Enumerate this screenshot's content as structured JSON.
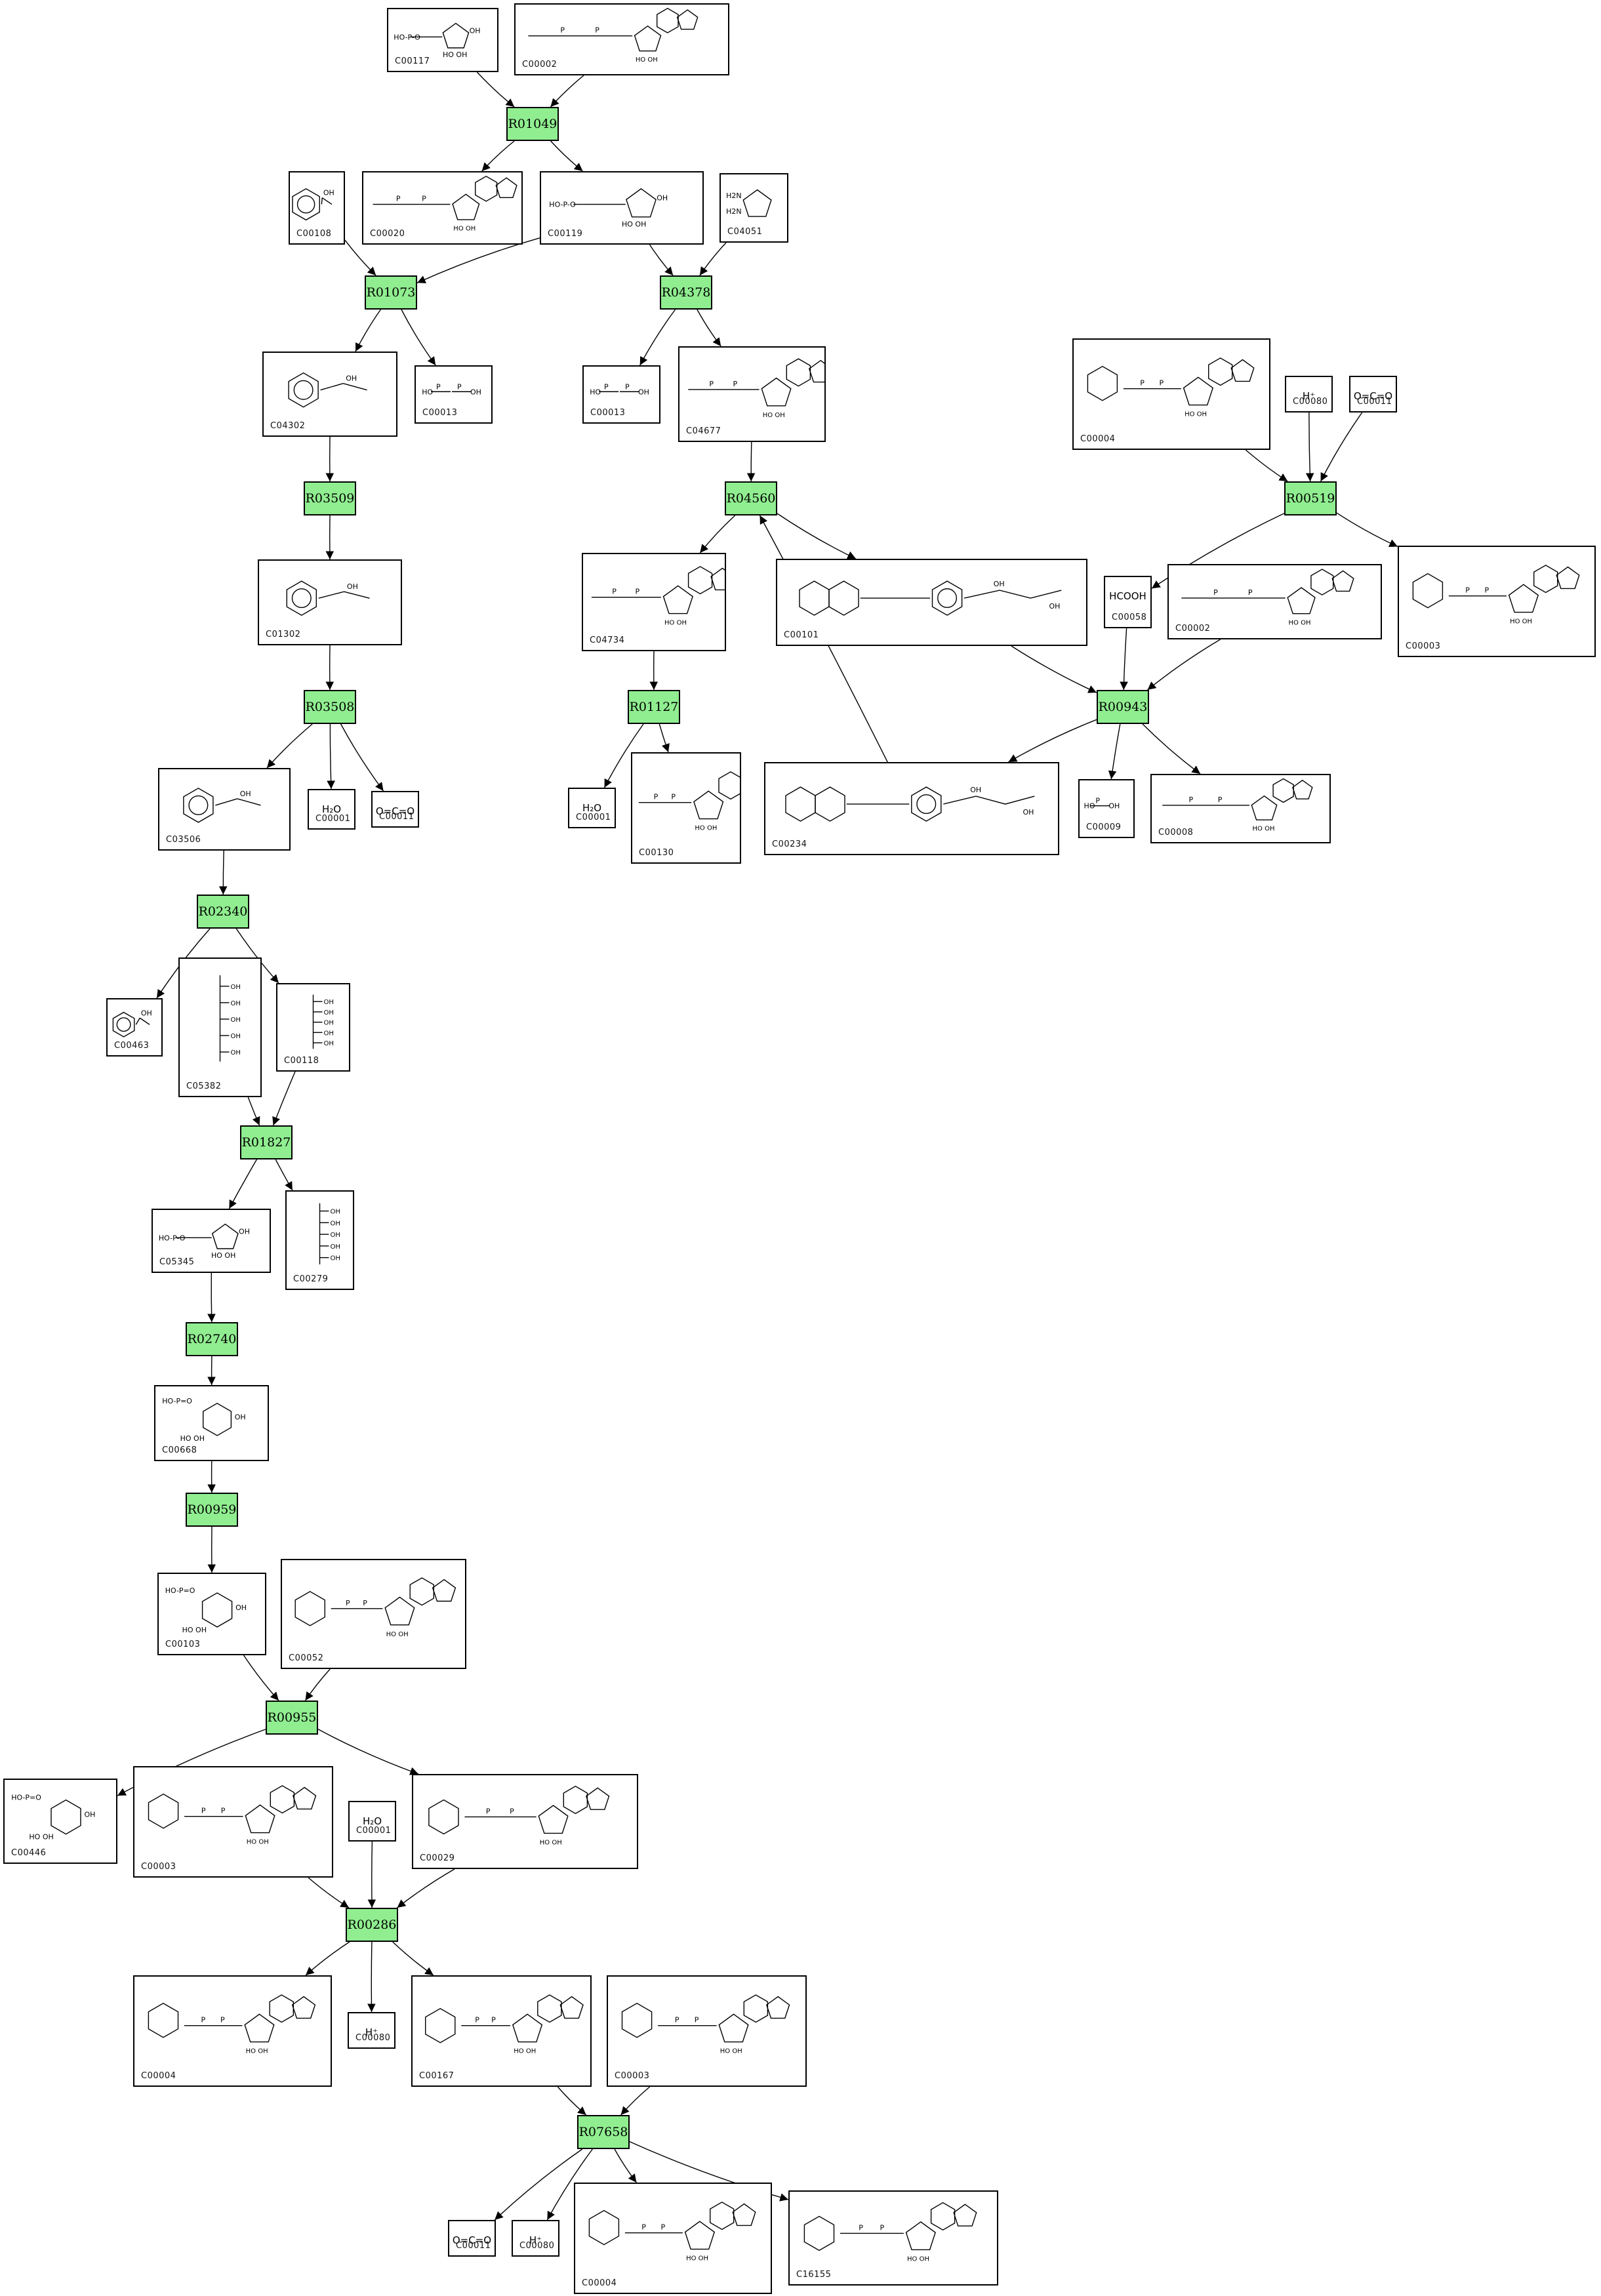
{
  "colors": {
    "reaction_fill": "#90ee90",
    "border": "#000000",
    "edge": "#000000",
    "background": "#ffffff"
  },
  "reactions": [
    {
      "key": "r1",
      "id": "R01049"
    },
    {
      "key": "r2",
      "id": "R01073"
    },
    {
      "key": "r3",
      "id": "R04378"
    },
    {
      "key": "r4",
      "id": "R03509"
    },
    {
      "key": "r5",
      "id": "R04560"
    },
    {
      "key": "r6",
      "id": "R00519"
    },
    {
      "key": "r7",
      "id": "R03508"
    },
    {
      "key": "r8",
      "id": "R01127"
    },
    {
      "key": "r9",
      "id": "R00943"
    },
    {
      "key": "r10",
      "id": "R02340"
    },
    {
      "key": "r11",
      "id": "R01827"
    },
    {
      "key": "r12",
      "id": "R02740"
    },
    {
      "key": "r13",
      "id": "R00959"
    },
    {
      "key": "r14",
      "id": "R00955"
    },
    {
      "key": "r15",
      "id": "R00286"
    },
    {
      "key": "r16",
      "id": "R07658"
    }
  ],
  "compounds": [
    {
      "key": "c1",
      "id": "C00117",
      "kind": "sugar5p"
    },
    {
      "key": "c2",
      "id": "C00002",
      "kind": "nucleotide"
    },
    {
      "key": "c3",
      "id": "C00108",
      "kind": "aromatic"
    },
    {
      "key": "c4",
      "id": "C00020",
      "kind": "nucleotide"
    },
    {
      "key": "c5",
      "id": "C00119",
      "kind": "sugar5p"
    },
    {
      "key": "c6",
      "id": "C04051",
      "kind": "ring"
    },
    {
      "key": "c7",
      "id": "C04302",
      "kind": "aromatic"
    },
    {
      "key": "c8",
      "id": "C00013",
      "kind": "phosphate"
    },
    {
      "key": "c9",
      "id": "C00013",
      "kind": "phosphate"
    },
    {
      "key": "c10",
      "id": "C04677",
      "kind": "nucleotide"
    },
    {
      "key": "c11",
      "id": "C00004",
      "kind": "dinucleotide"
    },
    {
      "key": "c12",
      "id": "C00080",
      "kind": "formula",
      "formula": "H⁺"
    },
    {
      "key": "c13",
      "id": "C00011",
      "kind": "formula",
      "formula": "O=C=O"
    },
    {
      "key": "c14",
      "id": "C01302",
      "kind": "aromatic"
    },
    {
      "key": "c15",
      "id": "C04734",
      "kind": "nucleotide"
    },
    {
      "key": "c16",
      "id": "C00101",
      "kind": "folate"
    },
    {
      "key": "c17",
      "id": "C00058",
      "kind": "formula",
      "formula": "HCOOH"
    },
    {
      "key": "c18",
      "id": "C00002",
      "kind": "nucleotide"
    },
    {
      "key": "c19",
      "id": "C00003",
      "kind": "dinucleotide"
    },
    {
      "key": "c20",
      "id": "C03506",
      "kind": "aromatic"
    },
    {
      "key": "c21",
      "id": "C00001",
      "kind": "formula",
      "formula": "H₂O"
    },
    {
      "key": "c22",
      "id": "C00011",
      "kind": "formula",
      "formula": "O=C=O"
    },
    {
      "key": "c23",
      "id": "C00001",
      "kind": "formula",
      "formula": "H₂O"
    },
    {
      "key": "c24",
      "id": "C00130",
      "kind": "nucleotide"
    },
    {
      "key": "c25",
      "id": "C00234",
      "kind": "folate"
    },
    {
      "key": "c26",
      "id": "C00009",
      "kind": "phosphate"
    },
    {
      "key": "c27",
      "id": "C00008",
      "kind": "nucleotide"
    },
    {
      "key": "c28",
      "id": "C00463",
      "kind": "aromatic"
    },
    {
      "key": "c29",
      "id": "C05382",
      "kind": "chain"
    },
    {
      "key": "c30",
      "id": "C00118",
      "kind": "chain"
    },
    {
      "key": "c31",
      "id": "C05345",
      "kind": "sugar5p"
    },
    {
      "key": "c32",
      "id": "C00279",
      "kind": "chain"
    },
    {
      "key": "c33",
      "id": "C00668",
      "kind": "sugar6p"
    },
    {
      "key": "c34",
      "id": "C00103",
      "kind": "sugar6p"
    },
    {
      "key": "c35",
      "id": "C00052",
      "kind": "udpsugar"
    },
    {
      "key": "c36",
      "id": "C00446",
      "kind": "sugar6p"
    },
    {
      "key": "c37",
      "id": "C00003",
      "kind": "dinucleotide"
    },
    {
      "key": "c38",
      "id": "C00001",
      "kind": "formula",
      "formula": "H₂O"
    },
    {
      "key": "c39",
      "id": "C00029",
      "kind": "udpsugar"
    },
    {
      "key": "c40",
      "id": "C00004",
      "kind": "dinucleotide"
    },
    {
      "key": "c41",
      "id": "C00080",
      "kind": "formula",
      "formula": "H⁺"
    },
    {
      "key": "c42",
      "id": "C00167",
      "kind": "udpsugar"
    },
    {
      "key": "c43",
      "id": "C00003",
      "kind": "dinucleotide"
    },
    {
      "key": "c44",
      "id": "C00011",
      "kind": "formula",
      "formula": "O=C=O"
    },
    {
      "key": "c45",
      "id": "C00080",
      "kind": "formula",
      "formula": "H⁺"
    },
    {
      "key": "c46",
      "id": "C00004",
      "kind": "dinucleotide"
    },
    {
      "key": "c47",
      "id": "C16155",
      "kind": "udpsugar"
    }
  ],
  "edges": [
    [
      "c1",
      "r1"
    ],
    [
      "c2",
      "r1"
    ],
    [
      "r1",
      "c4"
    ],
    [
      "r1",
      "c5"
    ],
    [
      "c3",
      "r2"
    ],
    [
      "c5",
      "r2"
    ],
    [
      "c5",
      "r3"
    ],
    [
      "c6",
      "r3"
    ],
    [
      "r2",
      "c7"
    ],
    [
      "r2",
      "c8"
    ],
    [
      "r3",
      "c9"
    ],
    [
      "r3",
      "c10"
    ],
    [
      "c7",
      "r4"
    ],
    [
      "c10",
      "r5"
    ],
    [
      "r4",
      "c14"
    ],
    [
      "r5",
      "c15"
    ],
    [
      "r5",
      "c16"
    ],
    [
      "c11",
      "r6"
    ],
    [
      "c12",
      "r6"
    ],
    [
      "c13",
      "r6"
    ],
    [
      "r6",
      "c17"
    ],
    [
      "r6",
      "c19"
    ],
    [
      "c14",
      "r7"
    ],
    [
      "r7",
      "c20"
    ],
    [
      "r7",
      "c21"
    ],
    [
      "r7",
      "c22"
    ],
    [
      "c15",
      "r8"
    ],
    [
      "r8",
      "c23"
    ],
    [
      "r8",
      "c24"
    ],
    [
      "c16",
      "r9"
    ],
    [
      "c17",
      "r9"
    ],
    [
      "c18",
      "r9"
    ],
    [
      "r9",
      "c25"
    ],
    [
      "r9",
      "c26"
    ],
    [
      "r9",
      "c27"
    ],
    [
      "c25",
      "r5"
    ],
    [
      "c20",
      "r10"
    ],
    [
      "r10",
      "c28"
    ],
    [
      "r10",
      "c30"
    ],
    [
      "c29",
      "r11"
    ],
    [
      "c30",
      "r11"
    ],
    [
      "r11",
      "c31"
    ],
    [
      "r11",
      "c32"
    ],
    [
      "c31",
      "r12"
    ],
    [
      "r12",
      "c33"
    ],
    [
      "c33",
      "r13"
    ],
    [
      "r13",
      "c34"
    ],
    [
      "c34",
      "r14"
    ],
    [
      "c35",
      "r14"
    ],
    [
      "r14",
      "c36"
    ],
    [
      "r14",
      "c39"
    ],
    [
      "c37",
      "r15"
    ],
    [
      "c38",
      "r15"
    ],
    [
      "c39",
      "r15"
    ],
    [
      "r15",
      "c40"
    ],
    [
      "r15",
      "c41"
    ],
    [
      "r15",
      "c42"
    ],
    [
      "c42",
      "r16"
    ],
    [
      "c43",
      "r16"
    ],
    [
      "r16",
      "c44"
    ],
    [
      "r16",
      "c45"
    ],
    [
      "r16",
      "c46"
    ],
    [
      "r16",
      "c47"
    ]
  ]
}
